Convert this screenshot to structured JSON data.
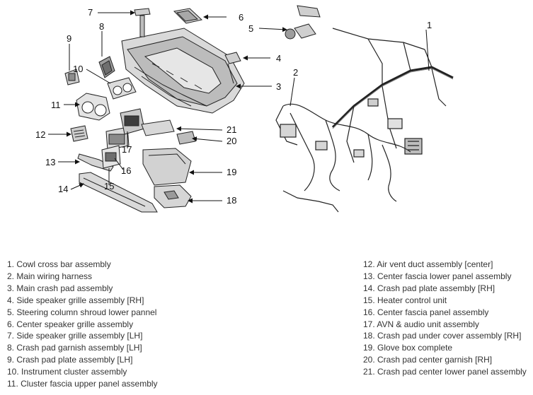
{
  "callouts": {
    "n1": "1",
    "n2": "2",
    "n3": "3",
    "n4": "4",
    "n5": "5",
    "n6": "6",
    "n7": "7",
    "n8": "8",
    "n9": "9",
    "n10": "10",
    "n11": "11",
    "n12": "12",
    "n13": "13",
    "n14": "14",
    "n15": "15",
    "n16": "16",
    "n17": "17",
    "n18": "18",
    "n19": "19",
    "n20": "20",
    "n21": "21"
  },
  "legend": {
    "left": [
      "1. Cowl cross bar assembly",
      "2. Main wiring harness",
      "3. Main crash pad assembly",
      "4. Side speaker grille assembly [RH]",
      "5. Steering column shroud lower pannel",
      "6. Center speaker grille assembly",
      "7. Side speaker grille assembly [LH]",
      "8. Crash pad garnish assembly [LH]",
      "9. Crash pad plate assembly [LH]",
      "10. Instrument cluster assembly",
      "11. Cluster fascia upper panel assembly"
    ],
    "right": [
      "12. Air vent duct assembly [center]",
      "13. Center fascia lower panel assembly",
      "14. Crash pad plate assembly [RH]",
      "15. Heater control unit",
      "16. Center fascia panel assembly",
      "17. AVN & audio unit assembly",
      "18. Crash pad under cover assembly [RH]",
      "19. Glove box complete",
      "20. Crash pad center garnish [RH]",
      "21. Crash pad center lower panel assembly"
    ]
  }
}
